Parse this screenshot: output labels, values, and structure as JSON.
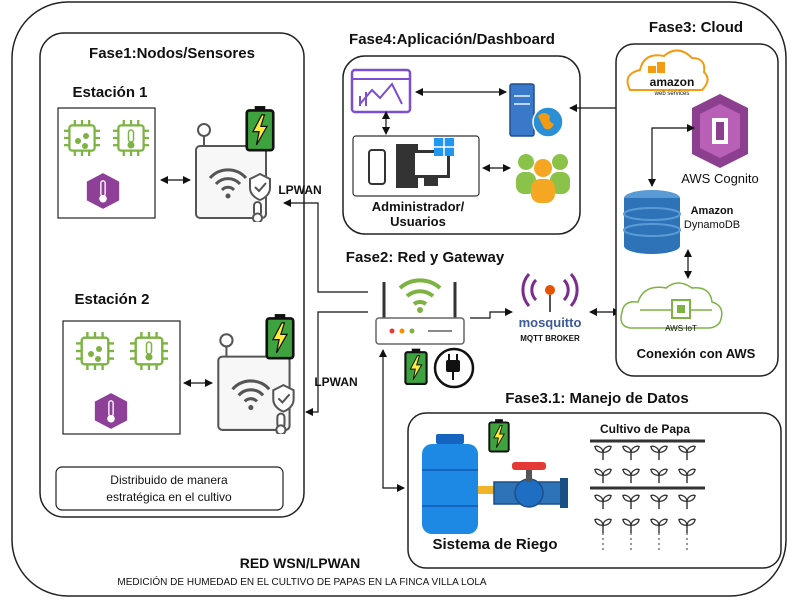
{
  "phase1": {
    "title": "Fase1:Nodos/Sensores",
    "station1": "Estación 1",
    "station2": "Estación 2",
    "note_line1": "Distribuido de manera",
    "note_line2": "estratégica en el cultivo"
  },
  "phase2": {
    "title": "Fase2: Red y Gateway",
    "link1": "LPWAN",
    "link2": "LPWAN",
    "mqtt_brand": "mosquitto",
    "mqtt_sub": "MQTT BROKER"
  },
  "phase3": {
    "title": "Fase3: Cloud",
    "aws_logo": "amazon",
    "aws_logo_sub": "web services",
    "cognito": "AWS Cognito",
    "dynamo_brand": "Amazon",
    "dynamo_name": "DynamoDB",
    "iot_label": "AWS IoT",
    "connection": "Conexión con AWS"
  },
  "phase4": {
    "title": "Fase4:Aplicación/Dashboard",
    "admin_line1": "Administrador/",
    "admin_line2": "Usuarios"
  },
  "phase31": {
    "title": "Fase3.1: Manejo de Datos",
    "irrigation": "Sistema de Riego",
    "crop": "Cultivo de Papa"
  },
  "footer": {
    "title": "RED WSN/LPWAN",
    "subtitle": "MEDICIÓN DE HUMEDAD EN EL CULTIVO DE PAPAS EN LA FINCA VILLA LOLA"
  },
  "colors": {
    "accent_green": "#7cb342",
    "purple": "#7b2d8e",
    "battery_green": "#3ea33e",
    "cognito": "#8c3f8f",
    "dynamo": "#2e73b8"
  }
}
